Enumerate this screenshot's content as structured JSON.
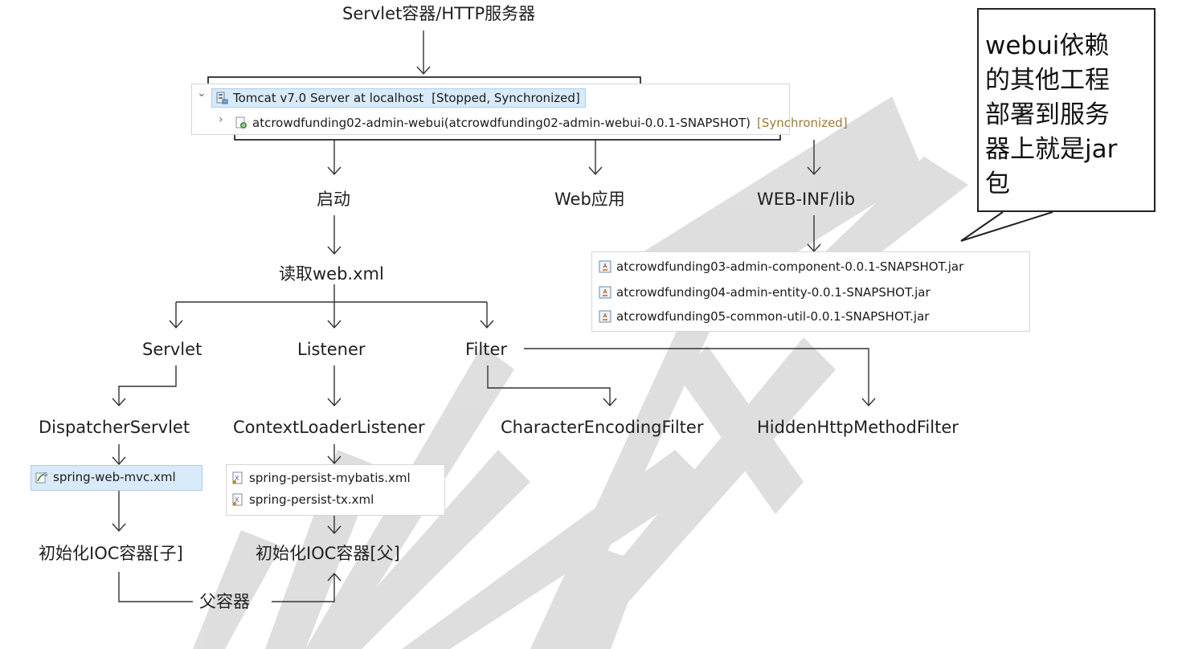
{
  "title": "Servlet容器/HTTP服务器",
  "server": {
    "name": "Tomcat v7.0 Server at localhost",
    "state": "[Stopped, Synchronized]"
  },
  "module": {
    "name": "atcrowdfunding02-admin-webui(atcrowdfunding02-admin-webui-0.0.1-SNAPSHOT)",
    "state": "[Synchronized]"
  },
  "nodes": {
    "startup": "启动",
    "webapp": "Web应用",
    "weblib": "WEB-INF/lib",
    "readxml": "读取web.xml",
    "servlet": "Servlet",
    "listener": "Listener",
    "filter": "Filter",
    "dispatcher": "DispatcherServlet",
    "context_loader": "ContextLoaderListener",
    "char_filter": "CharacterEncodingFilter",
    "hidden_filter": "HiddenHttpMethodFilter",
    "ioc_child": "初始化IOC容器[子]",
    "ioc_parent": "初始化IOC容器[父]",
    "parent_container": "父容器"
  },
  "jars": [
    "atcrowdfunding03-admin-component-0.0.1-SNAPSHOT.jar",
    "atcrowdfunding04-admin-entity-0.0.1-SNAPSHOT.jar",
    "atcrowdfunding05-common-util-0.0.1-SNAPSHOT.jar"
  ],
  "config_files": {
    "mvc": "spring-web-mvc.xml",
    "mybatis": "spring-persist-mybatis.xml",
    "tx": "spring-persist-tx.xml"
  },
  "callout": "webui依赖\n的其他工程\n部署到服务\n器上就是jar\n包",
  "icons": {
    "server": "server-icon",
    "module": "web-module-icon",
    "jar": "jar-icon",
    "spring": "spring-bean-icon",
    "xml": "xml-file-icon"
  }
}
